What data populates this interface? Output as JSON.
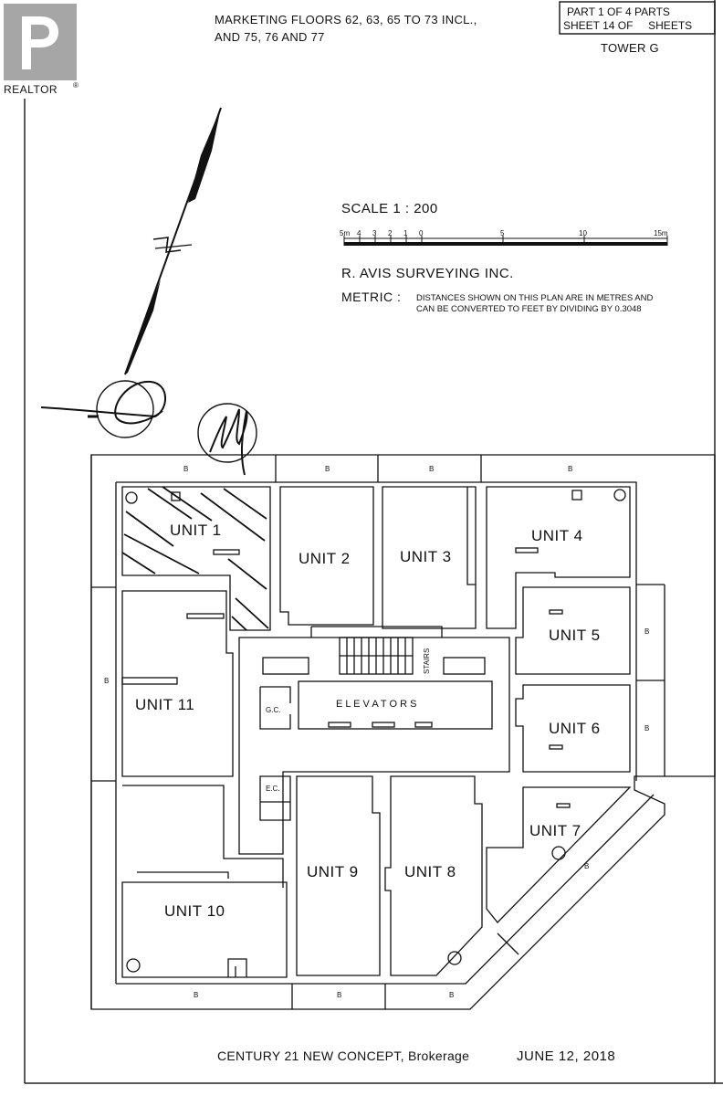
{
  "watermark": {
    "brand": "REALTOR",
    "reg_mark": "®",
    "brokerage": "CENTURY 21 NEW CONCEPT, Brokerage"
  },
  "header": {
    "marketing_line1": "MARKETING FLOORS 62, 63, 65 TO 73 INCL.,",
    "marketing_line2": "AND 75, 76 AND 77",
    "part_line": "PART 1 OF 4 PARTS",
    "sheet_line": "SHEET 14 OF     SHEETS",
    "tower": "TOWER G"
  },
  "scale": {
    "label": "SCALE  1 : 200",
    "ticks": [
      "5m",
      "4",
      "3",
      "2",
      "1",
      "0",
      "5",
      "10",
      "15m"
    ]
  },
  "surveyor": "R. AVIS SURVEYING INC.",
  "metric": {
    "label": "METRIC :",
    "line1": "DISTANCES SHOWN ON THIS PLAN ARE IN METRES AND",
    "line2": "CAN BE CONVERTED TO FEET BY DIVIDING BY 0.3048"
  },
  "units": [
    "UNIT 1",
    "UNIT 2",
    "UNIT 3",
    "UNIT 4",
    "UNIT 5",
    "UNIT 6",
    "UNIT 7",
    "UNIT 8",
    "UNIT 9",
    "UNIT 10",
    "UNIT 11"
  ],
  "core": {
    "elevators": "E L E V A T O R S",
    "stairs": "STAIRS",
    "gc": "G.C.",
    "ec": "E.C."
  },
  "balcony_label": "B",
  "date": "JUNE 12, 2018"
}
